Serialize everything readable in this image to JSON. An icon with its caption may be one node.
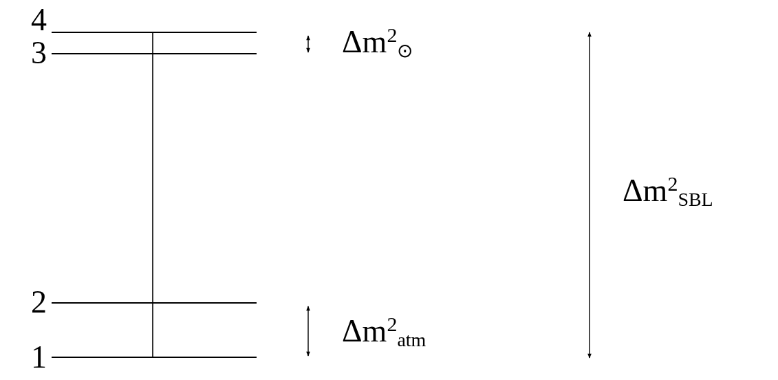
{
  "diagram": {
    "nodes": [
      {
        "text": [],
        "shape": "bar",
        "beside": [
          "4"
        ]
      },
      {
        "text": [],
        "shape": "bar",
        "beside": [
          "3"
        ]
      },
      {
        "text": [],
        "shape": "bar",
        "beside": [
          "2"
        ]
      },
      {
        "text": [],
        "shape": "bar",
        "beside": [
          "1"
        ]
      }
    ],
    "edges": [
      {
        "from": 3,
        "to": 0,
        "arrow": "none"
      }
    ],
    "labels": [
      "Δm$^{2}$$_{⊙}$",
      "Δm$^{2}$$_{SBL}$",
      "Δm$^{2}$$_{atm}$"
    ]
  }
}
